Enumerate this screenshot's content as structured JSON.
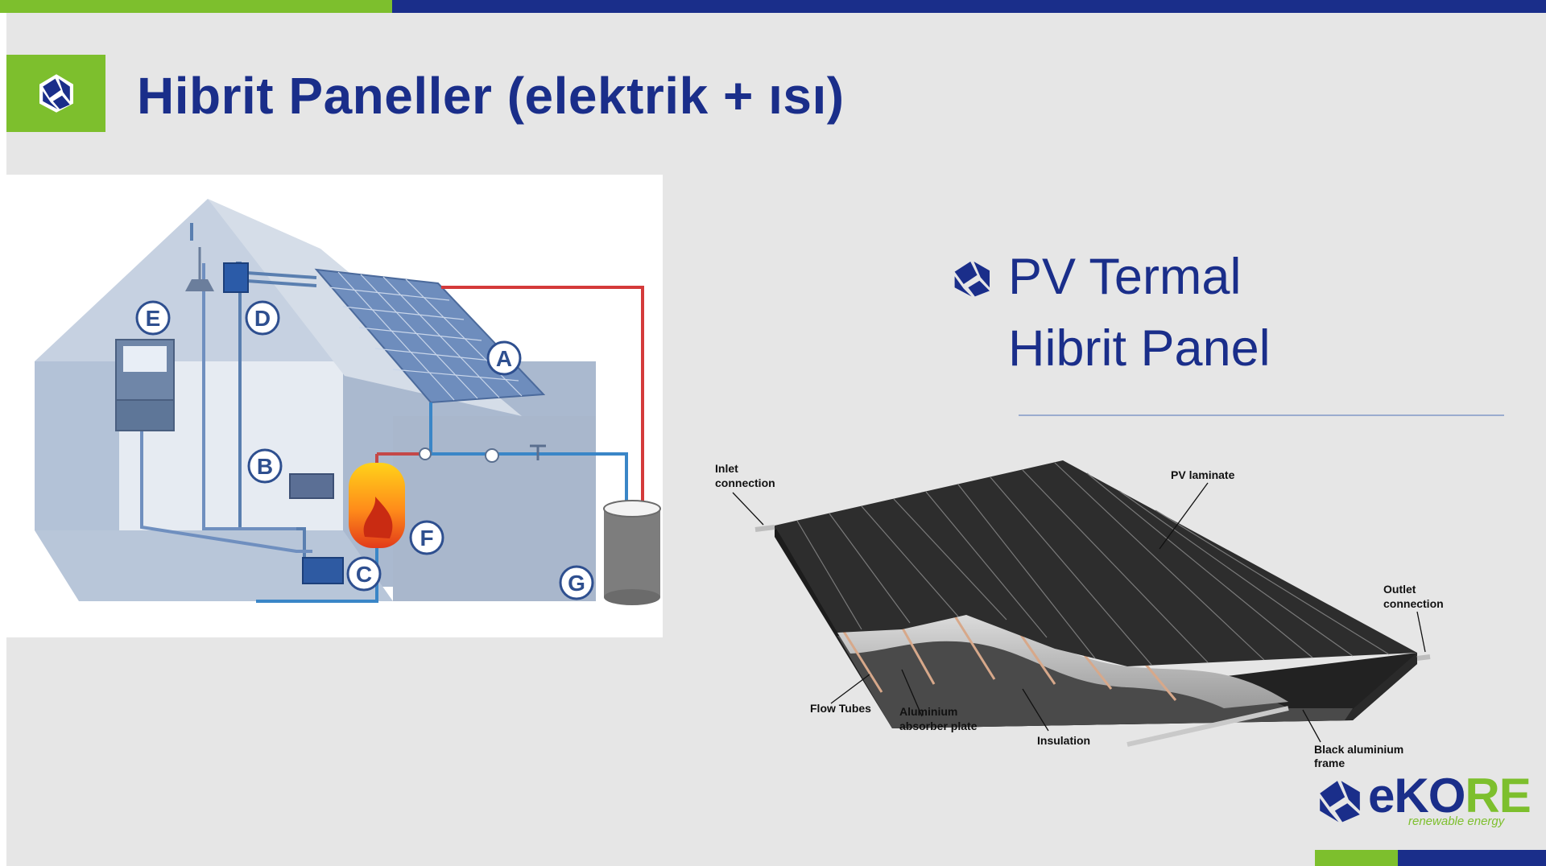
{
  "slide": {
    "title": "Hibrit Paneller (elektrik + ısı)",
    "bullet": {
      "icon": "cube-bullet-icon",
      "line1": "PV Termal",
      "line2": "Hibrit Panel"
    }
  },
  "house_diagram": {
    "labels": [
      "A",
      "B",
      "C",
      "D",
      "E",
      "F",
      "G"
    ]
  },
  "panel_diagram": {
    "callouts": {
      "inlet_1": "Inlet",
      "inlet_2": "connection",
      "pv_laminate": "PV laminate",
      "outlet_1": "Outlet",
      "outlet_2": "connection",
      "flow_tubes": "Flow Tubes",
      "absorber_1": "Aluminium",
      "absorber_2": "absorber plate",
      "insulation": "Insulation",
      "frame_1": "Black aluminium",
      "frame_2": "frame"
    }
  },
  "logo": {
    "word_eko": "eKO",
    "word_re": "RE",
    "tagline": "renewable energy",
    "mark_icon": "cube-logo-icon"
  },
  "colors": {
    "brand_blue": "#1a2e8a",
    "brand_green": "#7dbf2d",
    "background": "#e6e6e6",
    "rule": "#9aaccf"
  }
}
